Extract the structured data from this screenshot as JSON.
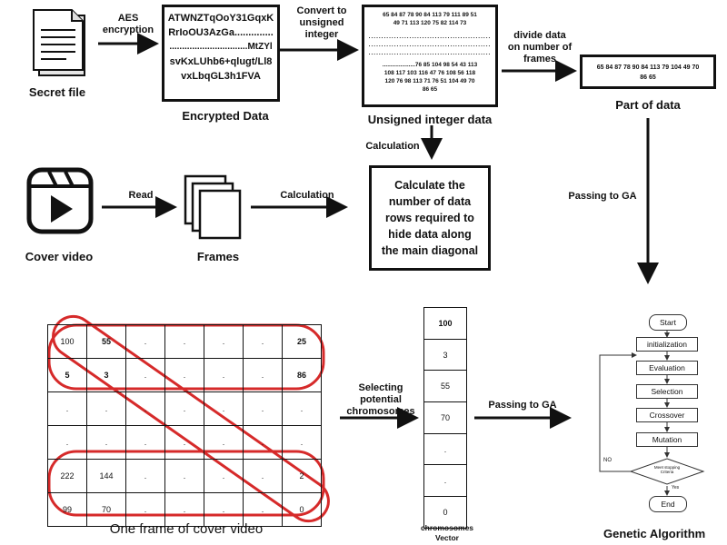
{
  "secret_file": {
    "label": "Secret file"
  },
  "aes": {
    "label": "AES\nencryption"
  },
  "encrypted": {
    "lines": [
      "ATWNZTqOoY31GqxK",
      "RrIoOU3AzGa..............",
      "...............................MtZYl",
      "svKxLUhb6+qlugt/Ll8",
      "vxLbqGL3h1FVA"
    ],
    "caption": "Encrypted Data"
  },
  "convert": {
    "label": "Convert to\nunsigned\ninteger"
  },
  "unsigned": {
    "top_lines": [
      "65 84 87 78 90 84 113 79 111 89 51",
      "49 71 113 120 75 82 114 73"
    ],
    "bottom_lines": [
      "....................76 85 104 98 54 43 113",
      "108 117 103 116 47 76 108 56 118",
      "120 76 98 113 71 76 51 104 49 70",
      "86 65"
    ],
    "caption": "Unsigned integer data"
  },
  "divide": {
    "label": "divide data\non number of\nframes"
  },
  "part": {
    "content": "65 84 87 78 90 84 113 79 104 49 70\n86 65",
    "caption": "Part of data"
  },
  "calc_top": {
    "label": "Calculation"
  },
  "cover_video": {
    "caption": "Cover video"
  },
  "read": {
    "label": "Read"
  },
  "frames": {
    "caption": "Frames"
  },
  "calc_mid": {
    "label": "Calculation"
  },
  "calc_box": {
    "text": "Calculate the\nnumber of data\nrows required to\nhide data along\nthe main diagonal"
  },
  "passing_ga_top": {
    "label": "Passing to GA"
  },
  "grid": {
    "rows": [
      [
        "100",
        "55",
        ".",
        ".",
        ".",
        ".",
        "25"
      ],
      [
        "5",
        "3",
        ".",
        ".",
        ".",
        ".",
        "86"
      ],
      [
        ".",
        ".",
        ".",
        ".",
        ".",
        ".",
        "."
      ],
      [
        ".",
        ".",
        ".",
        ".",
        ".",
        ".",
        "."
      ],
      [
        "222",
        "144",
        ".",
        ".",
        ".",
        ".",
        "2"
      ],
      [
        "99",
        "70",
        ".",
        ".",
        ".",
        ".",
        "0"
      ]
    ],
    "caption": "One frame of cover video"
  },
  "selecting": {
    "label": "Selecting\npotential\nchromosomes"
  },
  "vector": {
    "cells": [
      "100",
      "3",
      "55",
      "70",
      ".",
      ".",
      "0"
    ],
    "caption": "chromosomes\nVector"
  },
  "passing_ga_bottom": {
    "label": "Passing to GA"
  },
  "ga": {
    "start": "Start",
    "steps": [
      "initialization",
      "Evaluation",
      "Selection",
      "Crossover",
      "Mutation"
    ],
    "decision": "Meet stopping\nCriteria",
    "no": "NO",
    "yes": "Yes",
    "end": "End",
    "caption": "Genetic Algorithm"
  }
}
